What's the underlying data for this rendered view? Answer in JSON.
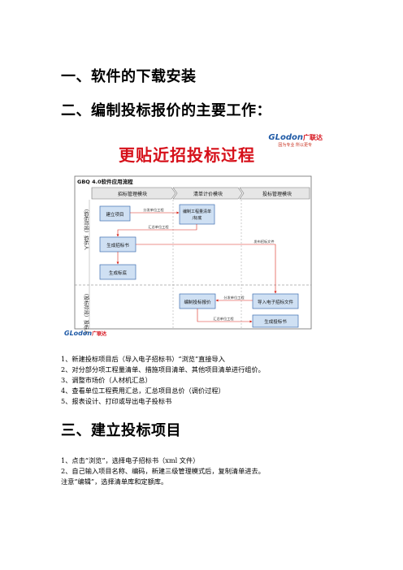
{
  "headings": {
    "h1": "一、软件的下载安装",
    "h2": "二、编制投标报价的主要工作：",
    "h3": "三、建立投标项目"
  },
  "slide": {
    "title": "更贴近招投标过程",
    "brand": {
      "logo": "GLodon",
      "logo_cn": "广联达",
      "tagline": "因为专业 所以更专"
    },
    "flow": {
      "title": "GBQ 4.0软件应用流程",
      "columns": [
        "招标管理模块",
        "清单计价模块",
        "投标管理模块"
      ],
      "lane1": "（招标阶段）招标人",
      "lane2": "（投标阶段）投标人",
      "boxes": {
        "build_project": "建立项目",
        "edit_line1": "编制工程量清单",
        "edit_line2": "/标底",
        "gen_bid_doc": "生成招标书",
        "gen_baseline": "生成标底",
        "edit_bid_price": "编制投标报价",
        "import_bid_file": "导入电子招标文件",
        "gen_tender": "生成投标书"
      },
      "arrows": {
        "dispatch1": "分发单位工程",
        "summary1": "汇总单位工程",
        "send_file": "发布招标文件",
        "dispatch2": "分发单位工程",
        "summary2": "汇总单位工程"
      }
    }
  },
  "steps1": [
    "1、新建投标项目后（导入电子招标书）“浏览”直接导入",
    "2、对分部分项工程量清单、措施项目清单、其他项目清单进行组价。",
    "3、调整市场价（人材机汇总）",
    "4、查看单位工程费用汇总，汇总项目总价（调价过程）",
    "5、报表设计、打印或导出电子投标书"
  ],
  "steps2": [
    "1、点击“浏览”，选择电子招标书（xml 文件）",
    "2、自己输入项目名称、编码，新建三级管理模式后，复制清单进去。",
    "注意“编辑”，选择清单库和定额库。"
  ],
  "colors": {
    "accent_red": "#d6101a",
    "brand_blue": "#1f5aa6",
    "box_fill": "#cfe0f3",
    "box_stroke": "#3f6fb0",
    "arrow_red": "#d9261c"
  }
}
